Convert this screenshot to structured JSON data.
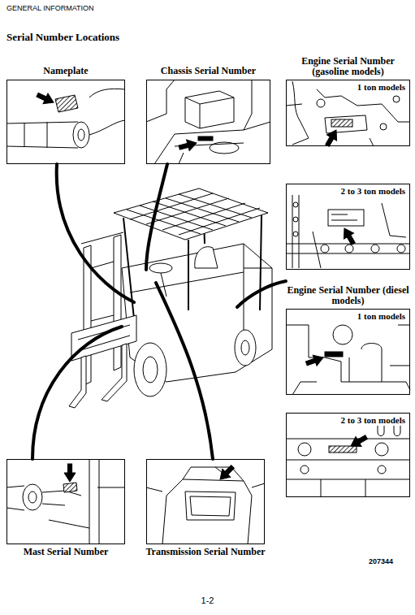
{
  "diagram": {
    "title": "Serial Number Locations",
    "nodes": [
      {
        "text": [
          "Nameplate"
        ]
      },
      {
        "text": [
          "Chassis Serial Number"
        ]
      },
      {
        "text": [
          "Engine Serial Number (gasoline models)",
          "1 ton models"
        ]
      },
      {
        "text": [
          "2 to 3 ton models"
        ]
      },
      {
        "text": [
          "Engine Serial Number (diesel models)",
          "1 ton models"
        ]
      },
      {
        "text": [
          "2 to 3 ton models"
        ]
      },
      {
        "text": [
          "Mast Serial Number"
        ]
      },
      {
        "text": [
          "Transmission Serial Number"
        ]
      }
    ],
    "labels": [
      "GENERAL INFORMATION",
      "207344",
      "1-2"
    ]
  }
}
